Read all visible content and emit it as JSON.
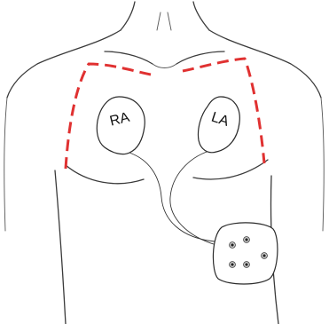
{
  "electrodes": {
    "right_arm": {
      "label": "RA"
    },
    "left_arm": {
      "label": "LA"
    }
  },
  "monitor": {
    "contact_count": 5
  },
  "colors": {
    "placement_zone": "#e03131",
    "lead_wire": "#333333"
  }
}
